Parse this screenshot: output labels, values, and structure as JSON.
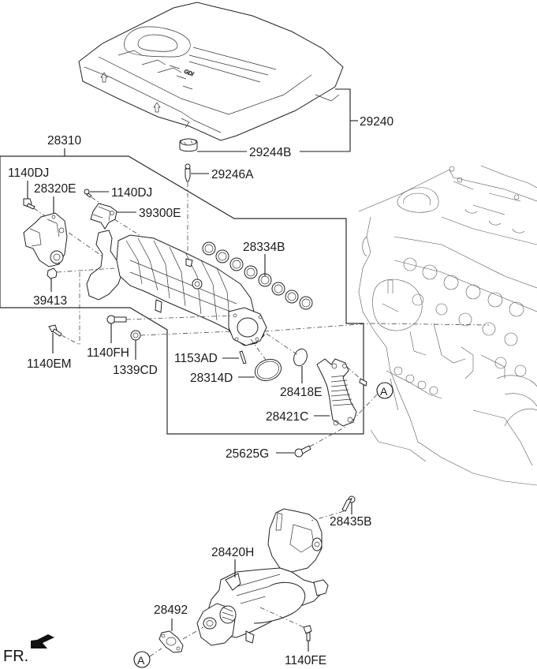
{
  "diagram": {
    "type": "exploded-parts-diagram",
    "subject": "Intake manifold, engine cover and EGR cooler assembly",
    "callouts": {
      "p28310": "28310",
      "p29240": "29240",
      "p29244B": "29244B",
      "p29246A": "29246A",
      "p1140DJ_a": "1140DJ",
      "p28320E": "28320E",
      "p1140DJ_b": "1140DJ",
      "p39300E": "39300E",
      "p28334B": "28334B",
      "p39413": "39413",
      "p1140EM": "1140EM",
      "p1140FH": "1140FH",
      "p1339CD": "1339CD",
      "p1153AD": "1153AD",
      "p28314D": "28314D",
      "p28418E": "28418E",
      "p28421C": "28421C",
      "p25625G": "25625G",
      "p28435B": "28435B",
      "p28420H": "28420H",
      "p28492": "28492",
      "p1140FE": "1140FE"
    },
    "reference_markers": {
      "upper": "A",
      "lower": "A"
    },
    "direction_indicator": {
      "label": "FR.",
      "arrow": "front-arrow"
    },
    "emblem_text": "GDi"
  }
}
